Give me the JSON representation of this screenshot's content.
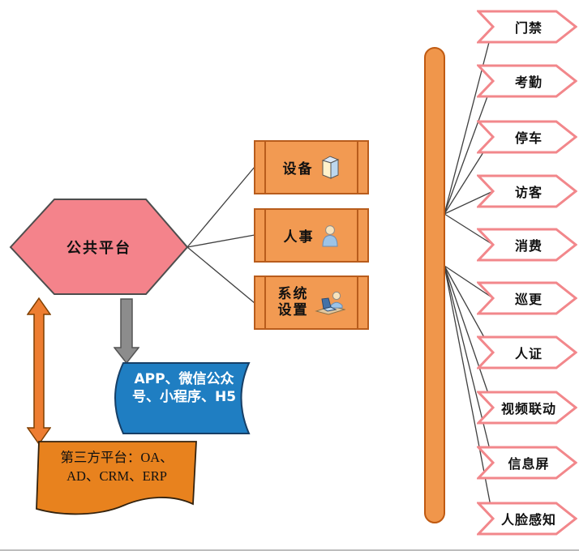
{
  "diagram": {
    "hexagon": {
      "label": "公共平台"
    },
    "modules": [
      {
        "label": "设备",
        "icon": "box-3d-icon"
      },
      {
        "label": "人事",
        "icon": "person-icon"
      },
      {
        "label": "系统设置",
        "icon": "person-laptop-icon"
      }
    ],
    "app_channels": {
      "label": "APP、微信公众号、小程序、H5"
    },
    "third_party": {
      "label": "第三方平台：OA、AD、CRM、ERP"
    },
    "services": [
      {
        "label": "门禁"
      },
      {
        "label": "考勤"
      },
      {
        "label": "停车"
      },
      {
        "label": "访客"
      },
      {
        "label": "消费"
      },
      {
        "label": "巡更"
      },
      {
        "label": "人证"
      },
      {
        "label": "视频联动"
      },
      {
        "label": "信息屏"
      },
      {
        "label": "人脸感知"
      }
    ],
    "colors": {
      "hexagon_fill": "#F4838B",
      "module_fill": "#F29A52",
      "module_border": "#B85C1C",
      "bus_bar_fill": "#F0964B",
      "service_border": "#F2878B",
      "app_banner_fill": "#1F7EC2",
      "third_party_fill": "#E8821E",
      "down_arrow_fill": "#8C8C8C",
      "double_arrow_fill": "#ED7D31",
      "connector_line": "#3F3F3F"
    }
  }
}
